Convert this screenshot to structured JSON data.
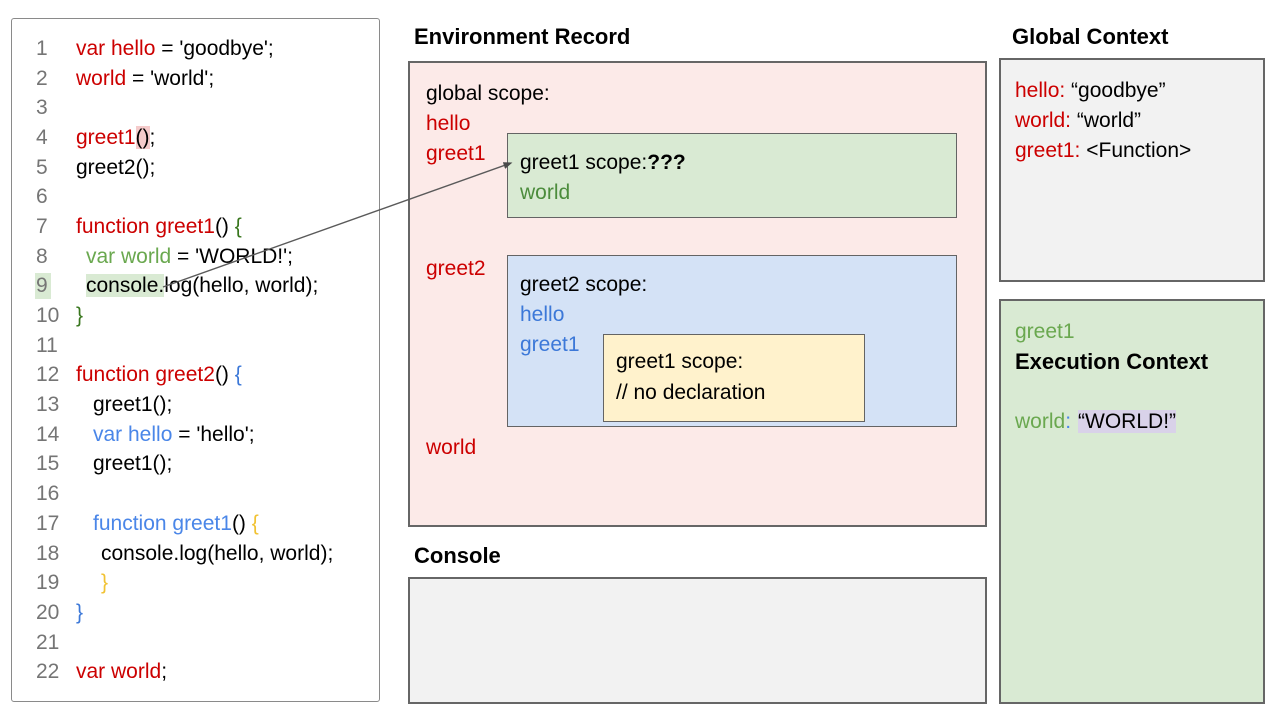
{
  "colors": {
    "keyword_red": "#cc0000",
    "brace_green": "#38761d",
    "var_green": "#6aa84f",
    "brace_blue": "#3c78d8",
    "var_blue": "#4a86e8",
    "brace_gold": "#f1c232",
    "env_record_bg": "#fceae8",
    "greet1_scope_bg": "#d9ead3",
    "greet2_scope_bg": "#d4e2f6",
    "inner_scope_bg": "#fff2cc",
    "panel_gray_bg": "#f2f2f2",
    "highlight_pink": "#f5cbcb",
    "highlight_green": "#d9ead3",
    "highlight_purple": "#d9d2e9"
  },
  "headings": {
    "environment_record": "Environment Record",
    "console": "Console",
    "global_context": "Global Context"
  },
  "code": {
    "lines": [
      {
        "num": "1",
        "indent": 0,
        "tokens": [
          [
            "var hello",
            "red"
          ],
          [
            " = 'goodbye';",
            "black"
          ]
        ]
      },
      {
        "num": "2",
        "indent": 0,
        "tokens": [
          [
            "world",
            "red"
          ],
          [
            " = 'world';",
            "black"
          ]
        ]
      },
      {
        "num": "3",
        "indent": 0,
        "tokens": []
      },
      {
        "num": "4",
        "indent": 0,
        "tokens": [
          [
            "greet1",
            "red"
          ],
          [
            "()",
            "black",
            "hl-pink"
          ],
          [
            ";",
            "black"
          ]
        ]
      },
      {
        "num": "5",
        "indent": 0,
        "tokens": [
          [
            "greet2();",
            "black"
          ]
        ]
      },
      {
        "num": "6",
        "indent": 0,
        "tokens": []
      },
      {
        "num": "7",
        "indent": 0,
        "tokens": [
          [
            "function greet1",
            "red"
          ],
          [
            "() ",
            "black"
          ],
          [
            "{",
            "green"
          ]
        ]
      },
      {
        "num": "8",
        "indent": 1,
        "tokens": [
          [
            "var world",
            "lgreen"
          ],
          [
            " = 'WORLD!';",
            "black"
          ]
        ]
      },
      {
        "num": "9",
        "indent": 1,
        "num_highlight": true,
        "tokens": [
          [
            "console.",
            "black",
            "hl-green"
          ],
          [
            "log(hello, world);",
            "black"
          ]
        ]
      },
      {
        "num": "10",
        "indent": 0,
        "tokens": [
          [
            "}",
            "green"
          ]
        ]
      },
      {
        "num": "11",
        "indent": 0,
        "tokens": []
      },
      {
        "num": "12",
        "indent": 0,
        "tokens": [
          [
            "function greet2",
            "red"
          ],
          [
            "() ",
            "black"
          ],
          [
            "{",
            "blue"
          ]
        ]
      },
      {
        "num": "13",
        "indent": 2,
        "tokens": [
          [
            "greet1();",
            "black"
          ]
        ]
      },
      {
        "num": "14",
        "indent": 2,
        "tokens": [
          [
            "var hello",
            "lblue"
          ],
          [
            " = 'hello';",
            "black"
          ]
        ]
      },
      {
        "num": "15",
        "indent": 2,
        "tokens": [
          [
            "greet1();",
            "black"
          ]
        ]
      },
      {
        "num": "16",
        "indent": 0,
        "tokens": []
      },
      {
        "num": "17",
        "indent": 2,
        "tokens": [
          [
            "function greet1",
            "lblue"
          ],
          [
            "() ",
            "black"
          ],
          [
            "{",
            "gold"
          ]
        ]
      },
      {
        "num": "18",
        "indent": 3,
        "tokens": [
          [
            "console.log(hello, world);",
            "black"
          ]
        ]
      },
      {
        "num": "19",
        "indent": 3,
        "tokens": [
          [
            "}",
            "gold"
          ]
        ]
      },
      {
        "num": "20",
        "indent": 0,
        "tokens": [
          [
            "}",
            "blue"
          ]
        ]
      },
      {
        "num": "21",
        "indent": 0,
        "tokens": []
      },
      {
        "num": "22",
        "indent": 0,
        "tokens": [
          [
            "var world",
            "red"
          ],
          [
            ";",
            "black"
          ]
        ]
      }
    ]
  },
  "environment_record": {
    "title": "Environment Record",
    "global_scope_label": "global scope:",
    "var_hello": "hello",
    "var_greet1": "greet1",
    "var_greet2": "greet2",
    "var_world": "world",
    "greet1_scope": {
      "label": "greet1 scope:",
      "unknown": "???",
      "var_world": "world"
    },
    "greet2_scope": {
      "label": "greet2 scope:",
      "var_hello": "hello",
      "var_greet1": "greet1",
      "inner_greet1_scope": {
        "label": "greet1 scope:",
        "comment": "// no declaration"
      }
    }
  },
  "console_panel": {
    "title": "Console",
    "content": ""
  },
  "global_context": {
    "title": "Global Context",
    "entries": [
      {
        "name": "hello:",
        "value": " “goodbye”"
      },
      {
        "name": "world:",
        "value": " “world”"
      },
      {
        "name": "greet1:",
        "value": " <Function>"
      }
    ]
  },
  "execution_context": {
    "fn_name": "greet1",
    "title": "Execution Context",
    "var_name": "world",
    "colon": ":",
    "value": "“WORLD!”"
  },
  "arrow": {
    "from": "code line 9 console. highlight",
    "to": "greet1 scope box"
  }
}
